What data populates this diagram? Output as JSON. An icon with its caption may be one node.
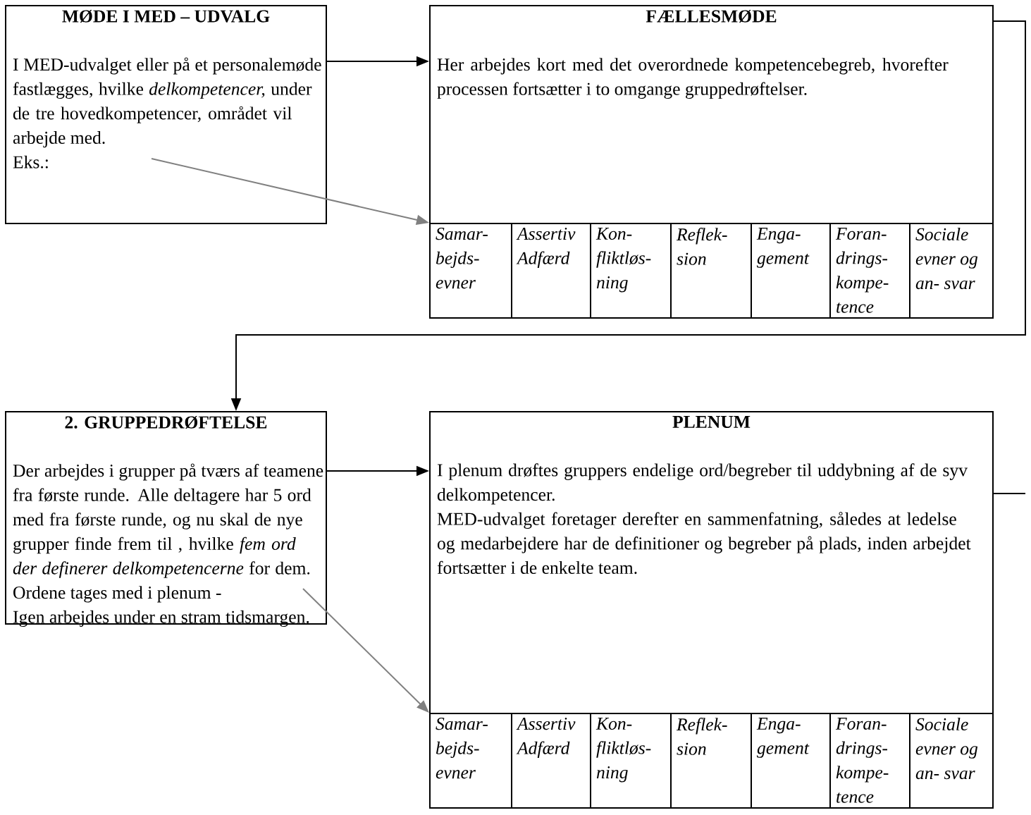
{
  "diagram": {
    "nodes": [
      {
        "text": [
          "MØDE I MED – UDVALG",
          "I MED-udvalget eller på et personalemøde fastlægges, hvilke *delkompetencer,* under de tre hovedkompetencer, området vil arbejde med.",
          "Eks.:"
        ]
      },
      {
        "text": [
          "FÆLLESMØDE",
          "Her arbejdes kort med det overordnede kompetencebegreb, hvorefter processen fortsætter i to omgange gruppedrøftelser."
        ]
      },
      {
        "text": [
          "Samar- bejds- evner"
        ],
        "in": 1
      },
      {
        "text": [
          "Assertiv Adfærd"
        ],
        "in": 1
      },
      {
        "text": [
          "Kon- fliktløs- ning"
        ],
        "in": 1
      },
      {
        "text": [
          "Reflek- sion"
        ],
        "in": 1
      },
      {
        "text": [
          "Enga- gement"
        ],
        "in": 1
      },
      {
        "text": [
          "Foran- drings- kompe- tence"
        ],
        "in": 1
      },
      {
        "text": [
          "Sociale evner og an- svar"
        ],
        "in": 1
      },
      {
        "text": [
          "2. GRUPPEDRØFTELSE",
          "Der arbejdes i grupper på tværs af teamene fra første runde. Alle deltagere har 5 ord med fra første runde, og nu skal de nye grupper finde frem til , hvilke *fem ord der definerer delkompetencerne* for dem. Ordene tages med i plenum -",
          "Igen arbejdes under en stram tidsmargen."
        ]
      },
      {
        "text": [
          "PLENUM",
          "I plenum drøftes gruppers endelige ord/begreber til uddybning af de syv delkompetencer.",
          "MED-udvalget foretager derefter en sammenfatning, således at ledelse og medarbejdere har de definitioner og begreber på plads, inden arbejdet fortsætter i de enkelte team."
        ]
      },
      {
        "text": [
          "Samar- bejds- evner"
        ],
        "in": 10
      },
      {
        "text": [
          "Assertiv Adfærd"
        ],
        "in": 10
      },
      {
        "text": [
          "Kon- fliktløs- ning"
        ],
        "in": 10
      },
      {
        "text": [
          "Reflek- sion"
        ],
        "in": 10
      },
      {
        "text": [
          "Enga- gement"
        ],
        "in": 10
      },
      {
        "text": [
          "Foran- drings- kompe- tence"
        ],
        "in": 10
      },
      {
        "text": [
          "Sociale evner og an- svar"
        ],
        "in": 10
      }
    ],
    "edges": [
      {
        "from": 0,
        "to": 1,
        "arrow": "to"
      },
      {
        "from": 0,
        "to": 2,
        "arrow": "to",
        "color": "#808080"
      },
      {
        "from": 1,
        "to": 9,
        "arrow": "to"
      },
      {
        "from": 9,
        "to": 10,
        "arrow": "to"
      },
      {
        "from": 9,
        "to": 11,
        "arrow": "to",
        "color": "#808080"
      },
      {
        "from": 10,
        "to": null,
        "arrow": "none"
      }
    ]
  }
}
